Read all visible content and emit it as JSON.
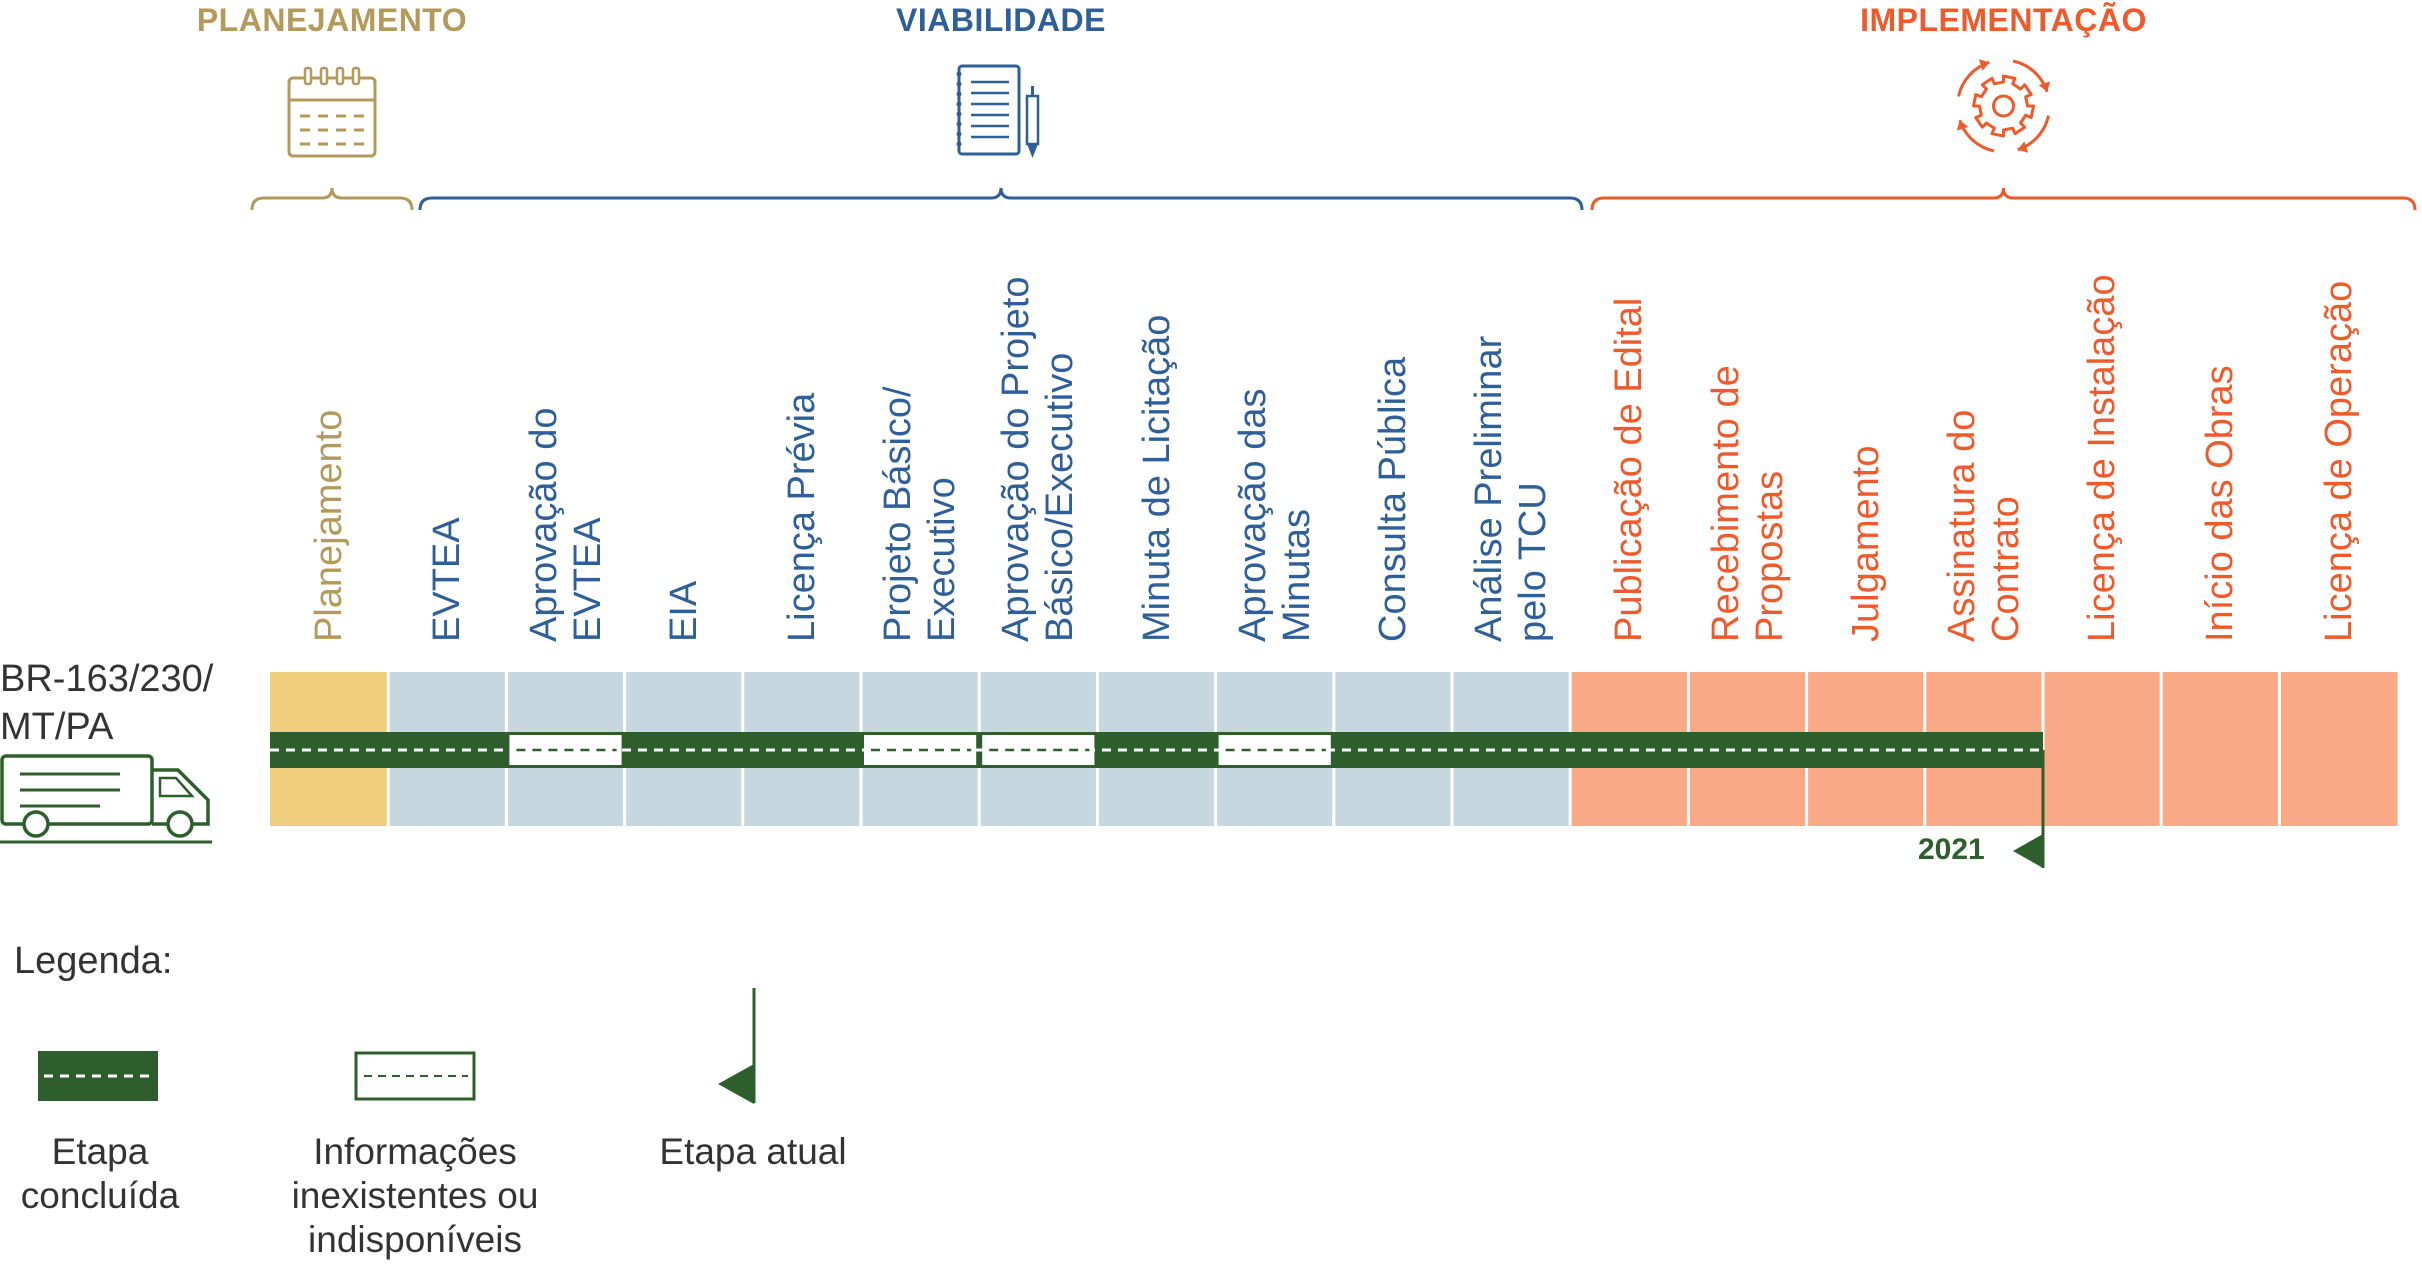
{
  "phases": [
    {
      "key": "planejamento",
      "label": "PLANEJAMENTO",
      "color": "#b49a5a",
      "icon": "calendar-icon",
      "cols": [
        0,
        0
      ]
    },
    {
      "key": "viabilidade",
      "label": "VIABILIDADE",
      "color": "#2e5f99",
      "icon": "notepad-pen-icon",
      "cols": [
        1,
        10
      ]
    },
    {
      "key": "implementacao",
      "label": "IMPLEMENTAÇÃO",
      "color": "#ee5a2b",
      "icon": "gear-cycle-icon",
      "cols": [
        11,
        17
      ]
    }
  ],
  "stages": [
    {
      "label": "Planejamento",
      "phase": "planejamento",
      "status": "concluida"
    },
    {
      "label": "EVTEA",
      "phase": "viabilidade",
      "status": "concluida"
    },
    {
      "label": "Aprovação do\nEVTEA",
      "phase": "viabilidade",
      "status": "inexistente"
    },
    {
      "label": "EIA",
      "phase": "viabilidade",
      "status": "concluida"
    },
    {
      "label": "Licença Prévia",
      "phase": "viabilidade",
      "status": "concluida"
    },
    {
      "label": "Projeto Básico/\nExecutivo",
      "phase": "viabilidade",
      "status": "inexistente"
    },
    {
      "label": "Aprovação do Projeto\nBásico/Executivo",
      "phase": "viabilidade",
      "status": "inexistente"
    },
    {
      "label": "Minuta de Licitação",
      "phase": "viabilidade",
      "status": "concluida"
    },
    {
      "label": "Aprovação das\nMinutas",
      "phase": "viabilidade",
      "status": "inexistente"
    },
    {
      "label": "Consulta Pública",
      "phase": "viabilidade",
      "status": "concluida"
    },
    {
      "label": "Análise Preliminar\npelo TCU",
      "phase": "viabilidade",
      "status": "concluida"
    },
    {
      "label": "Publicação de Edital",
      "phase": "implementacao",
      "status": "concluida"
    },
    {
      "label": "Recebimento de\nPropostas",
      "phase": "implementacao",
      "status": "concluida"
    },
    {
      "label": "Julgamento",
      "phase": "implementacao",
      "status": "concluida"
    },
    {
      "label": "Assinatura do\nContrato",
      "phase": "implementacao",
      "status": "concluida"
    },
    {
      "label": "Licença de Instalação",
      "phase": "implementacao",
      "status": "pendente"
    },
    {
      "label": "Início das Obras",
      "phase": "implementacao",
      "status": "pendente"
    },
    {
      "label": "Licença de Operação",
      "phase": "implementacao",
      "status": "pendente"
    }
  ],
  "project": {
    "name_line1": "BR-163/230/",
    "name_line2": "MT/PA",
    "icon": "truck-icon"
  },
  "current": {
    "year": "2021",
    "after_stage": 14
  },
  "colors": {
    "planejamento_cell": "#efcd7c",
    "viabilidade_cell": "#c6d7df",
    "implementacao_cell": "#f9a985",
    "road": "#2d5e2c",
    "planejamento_text": "#b49a5a",
    "viabilidade_text": "#2e5f99",
    "implementacao_text": "#ee5a2b",
    "truck": "#2d5e2c"
  },
  "legend": {
    "title": "Legenda:",
    "concluida": {
      "line1": "Etapa",
      "line2": "concluída"
    },
    "inexistente": {
      "line1": "Informações",
      "line2": "inexistentes ou",
      "line3": "indisponíveis"
    },
    "atual": {
      "line1": "Etapa atual"
    }
  }
}
